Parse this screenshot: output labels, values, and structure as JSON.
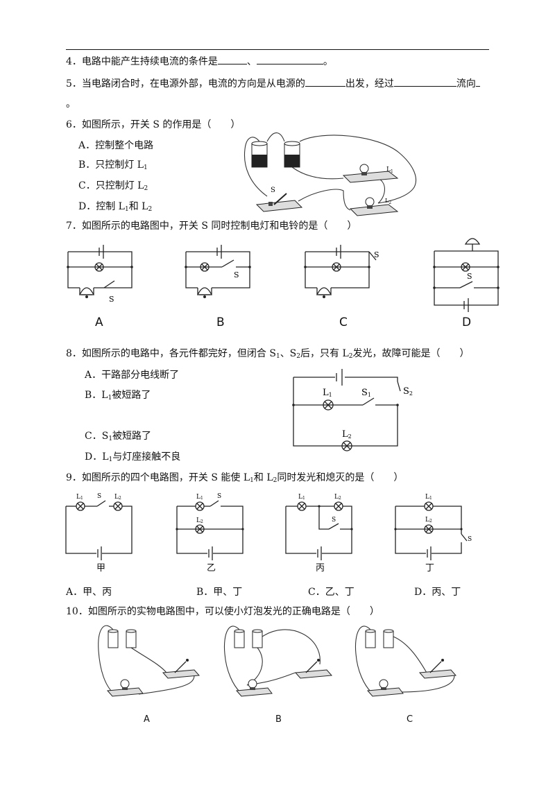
{
  "q4": {
    "text": "4．电路中能产生持续电流的条件是",
    "sep": "、",
    "end": "。"
  },
  "q5": {
    "text_a": "5．当电路闭合时，在电源外部，电流的方向是从电源的",
    "text_b": "出发，经过",
    "text_c": "流向",
    "cont": "。"
  },
  "q6": {
    "stem": "6．如图所示，开关 S 的作用是（　　）",
    "options": [
      "A．控制整个电路",
      "B．只控制灯 L",
      "C．只控制灯 L",
      "D．控制 L"
    ],
    "opt_subs": [
      "",
      "1",
      "2",
      "1"
    ],
    "d_tail": "和 L",
    "d_tail_sub": "2",
    "fig_labels": {
      "s": "S",
      "l1": "L",
      "l1_sub": "1",
      "l2": "L",
      "l2_sub": "2"
    }
  },
  "q7": {
    "stem": "7．如图所示的电路图中，开关 S 同时控制电灯和电铃的是（　　）",
    "letters": [
      "A",
      "B",
      "C",
      "D"
    ],
    "s_label": "S"
  },
  "q8": {
    "stem_a": "8．如图所示的电路中，各元件都完好，但闭合 S",
    "stem_b": "、S",
    "stem_c": "后，只有 L",
    "stem_d": "发光，故障可能是（　　）",
    "subs": [
      "1",
      "2",
      "2"
    ],
    "options": [
      "A．干路部分电线断了",
      "B．L",
      "C．S",
      "D．L"
    ],
    "opt_tails": [
      "",
      "被短路了",
      "被短路了",
      "与灯座接触不良"
    ],
    "opt_subs": [
      "",
      "1",
      "1",
      "1"
    ],
    "fig": {
      "l1": "L",
      "s1": "S",
      "s2": "S",
      "l2": "L",
      "sub1": "1",
      "sub2": "2"
    }
  },
  "q9": {
    "stem_a": "9．如图所示的四个电路图，开关 S 能使 L",
    "stem_b": "和 L",
    "stem_c": "同时发光和熄灭的是（　　）",
    "subs": [
      "1",
      "2"
    ],
    "captions": [
      "甲",
      "乙",
      "丙",
      "丁"
    ],
    "options": [
      "A．甲、丙",
      "B．甲、丁",
      "C．乙、丁",
      "D．丙、丁"
    ],
    "fig": {
      "l": "L",
      "s": "S",
      "sub1": "1",
      "sub2": "2"
    }
  },
  "q10": {
    "stem": "10．如图所示的实物电路图中，可以使小灯泡发光的正确电路是（　　）",
    "letters": [
      "A",
      "B",
      "C"
    ]
  }
}
